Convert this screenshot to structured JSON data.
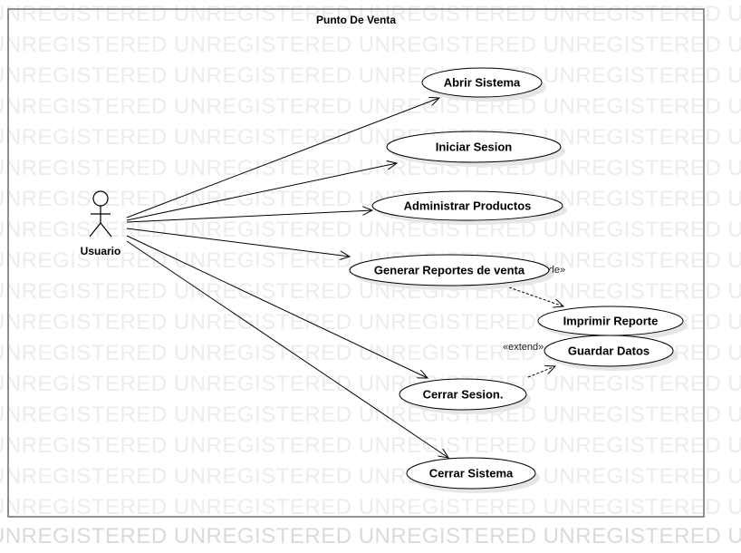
{
  "watermark_text": "UNREGISTERED UNREGISTERED UNREGISTERED UNREGISTERED UNREGISTERED UNREGISTERED",
  "system": {
    "title": "Punto De Venta"
  },
  "actor": {
    "name": "Usuario"
  },
  "use_cases": [
    {
      "id": "abrir",
      "label": "Abrir Sistema"
    },
    {
      "id": "iniciar",
      "label": "Iniciar Sesion"
    },
    {
      "id": "admin",
      "label": "Administrar Productos"
    },
    {
      "id": "generar",
      "label": "Generar Reportes de venta"
    },
    {
      "id": "imprimir",
      "label": "Imprimir Reporte"
    },
    {
      "id": "guardar",
      "label": "Guardar Datos"
    },
    {
      "id": "cerrar-sesion",
      "label": "Cerrar Sesion."
    },
    {
      "id": "cerrar-sistema",
      "label": "Cerrar Sistema"
    }
  ],
  "associations": [
    "abrir",
    "iniciar",
    "admin",
    "generar",
    "cerrar-sesion",
    "cerrar-sistema"
  ],
  "dependencies": [
    {
      "from": "generar",
      "to": "imprimir",
      "stereotype": "«include»"
    },
    {
      "from": "cerrar-sesion",
      "to": "guardar",
      "stereotype": "«extend»"
    }
  ],
  "colors": {
    "frame": "#6e6e6e",
    "line": "#000000",
    "shadow": "#e6e6e6",
    "watermark": "#ececec"
  }
}
